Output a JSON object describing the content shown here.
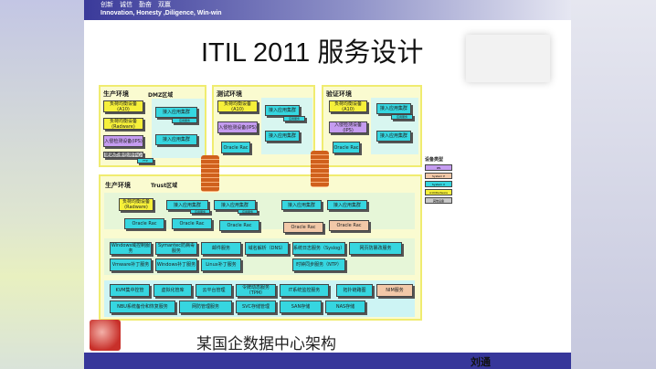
{
  "header": {
    "motto_cn": "创新　诚信　勤奋　双赢",
    "motto_en": "Innovation, Honesty ,Diligence, Win-win"
  },
  "title": "ITIL 2011 服务设计",
  "caption": "某国企数据中心架构",
  "author": "刘通",
  "zones": {
    "prod_dmz": {
      "title": "生产环境",
      "subtitle": "DMZ区域",
      "items": [
        "负荷均衡设备(A10)",
        "负荷均衡设备(Radware)",
        "入侵检测设备(IPS)",
        "链路质量检测中心",
        "接入应用集群",
        "应用服务",
        "接入应用集群",
        "FTP"
      ]
    },
    "test": {
      "title": "测试环境",
      "items": [
        "负荷均衡设备(A10)",
        "入侵检测设备(IPS)",
        "Oracle Rac",
        "接入应用集群",
        "应用服务",
        "接入应用集群"
      ]
    },
    "verify": {
      "title": "验证环境",
      "items": [
        "负荷均衡设备(A10)",
        "入侵检测设备(IPS)",
        "Oracle Rac",
        "接入应用集群",
        "应用服务",
        "接入应用集群"
      ]
    },
    "prod_trust": {
      "title": "生产环境",
      "subtitle": "Trust区域",
      "lb": "负荷均衡设备(Radware)",
      "clusters": [
        "接入应用集群",
        "接入应用集群",
        "接入应用集群",
        "接入应用集群"
      ],
      "cluster_tags": [
        "应用服务",
        "应用服务"
      ],
      "oracle": [
        "Oracle Rac",
        "Oracle Rac",
        "Oracle Rac",
        "Oracle Rac",
        "Oracle Rac"
      ],
      "services_row1": [
        "Windows域控制服务",
        "Symantec防病毒服务",
        "邮件服务",
        "域名解析（DNS）",
        "系统日志服务（Syslog）",
        "网页防篡改服务"
      ],
      "services_row2": [
        "Vmware补丁服务",
        "Windows补丁服务",
        "Linux补丁服务",
        "时钟同步服务（NTP）"
      ],
      "mgmt_row1": [
        "KVM集中控管",
        "虚拟化管库",
        "云平台管理",
        "令牌动态服务（TPM）",
        "IT系统监控服务",
        "拓扑链路图",
        "NIM服务"
      ],
      "mgmt_row2": [
        "NBU系统备份和恢复服务",
        "网防管理服务",
        "SVC存储管理",
        "SAN存储",
        "NAS存储"
      ]
    }
  },
  "legend": {
    "title": "设备类型",
    "items": [
      "IPS",
      "System P",
      "System X",
      "A10/Radware",
      "其他设备"
    ],
    "colors": [
      "#c59cf0",
      "#f2c8a8",
      "#36d6e0",
      "#f6f03a",
      "#c8c8c8"
    ]
  }
}
